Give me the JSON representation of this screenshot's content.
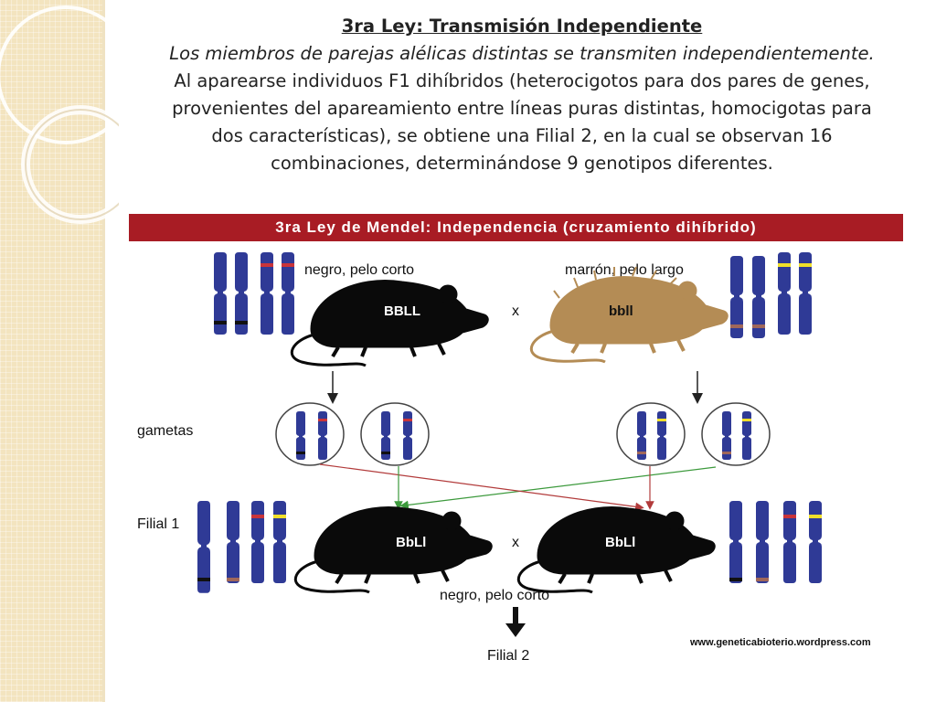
{
  "header": {
    "title": "3ra Ley: Transmisión Independiente",
    "subtitle": "Los miembros de parejas alélicas distintas se transmiten independientemente.",
    "body_lines": [
      "Al aparearse individuos F1 dihíbridos (heterocigotos para dos pares de genes,",
      "provenientes del apareamiento entre líneas puras distintas, homocigotas para",
      "dos características), se obtiene una Filial 2, en la cual se observan 16",
      "combinaciones, determinándose 9 genotipos diferentes."
    ]
  },
  "diagram": {
    "banner": "3ra Ley de Mendel: Independencia (cruzamiento dihíbrido)",
    "parent_left_label": "negro, pelo corto",
    "parent_right_label": "marrón, pelo largo",
    "parent_left_genotype": "BBLL",
    "parent_right_genotype": "bbll",
    "cross_symbol": "x",
    "gametes_label": "gametas",
    "f1_label": "Filial 1",
    "f1_left_genotype": "BbLl",
    "f1_right_genotype": "BbLl",
    "f1_phenotype": "negro, pelo corto",
    "f2_label": "Filial 2",
    "website": "www.geneticabioterio.wordpress.com"
  },
  "colors": {
    "banner": "#a81c24",
    "chromosome": "#2f3a96",
    "mouse_black": "#0a0a0a",
    "mouse_brown": "#b48c55",
    "band_black": "#111111",
    "band_red": "#c9343a",
    "band_yellow": "#f0df2a",
    "band_brown": "#a0675a",
    "arrow_red": "#b23b3b",
    "arrow_green": "#3d9a3d"
  }
}
